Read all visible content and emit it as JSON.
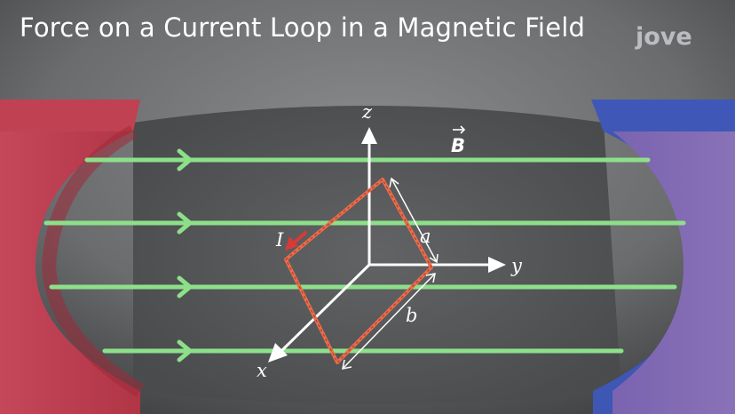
{
  "title": "Force on a Current Loop in a Magnetic Field",
  "logo": "jove",
  "labels": {
    "z": "z",
    "y": "y",
    "x": "x",
    "field": "B",
    "current": "I",
    "side_a": "a",
    "side_b": "b"
  },
  "colors": {
    "north_pole": "#c2404e",
    "south_pole": "#4058b8",
    "field_line": "#8de08a",
    "loop": "#e06a4a",
    "current_arrow": "#d83a36",
    "axis": "#ffffff"
  }
}
